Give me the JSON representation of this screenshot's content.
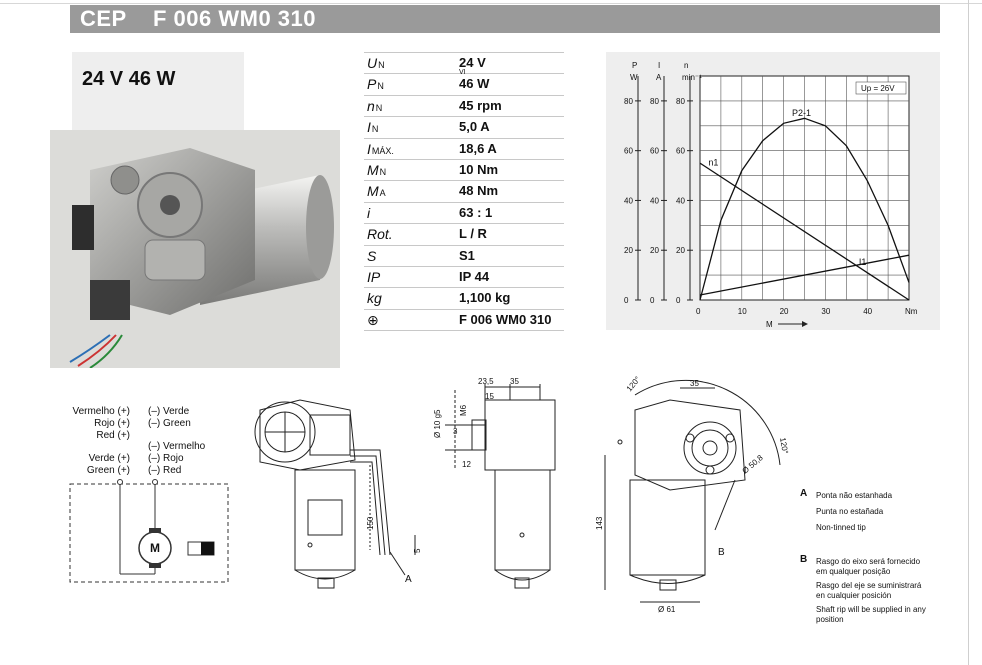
{
  "header": {
    "series": "CEP",
    "part_number": "F 006 WM0 310"
  },
  "rating": "24 V 46 W",
  "specs": [
    {
      "symbol": "U",
      "sub": "N",
      "value": "24 V"
    },
    {
      "symbol": "P",
      "sub": "N",
      "value": "46 W",
      "note": "VI"
    },
    {
      "symbol": "n",
      "sub": "N",
      "value": "45 rpm"
    },
    {
      "symbol": "I",
      "sub": "N",
      "value": "5,0 A"
    },
    {
      "symbol": "I",
      "sub": "MÁX.",
      "value": "18,6 A"
    },
    {
      "symbol": "M",
      "sub": "N",
      "value": "10 Nm"
    },
    {
      "symbol": "M",
      "sub": "A",
      "value": "48 Nm"
    },
    {
      "symbol": "i",
      "sub": "",
      "value": "63 : 1"
    },
    {
      "symbol": "Rot.",
      "sub": "",
      "value": "L / R"
    },
    {
      "symbol": "S",
      "sub": "",
      "value": "S1"
    },
    {
      "symbol": "IP",
      "sub": "",
      "value": "IP 44"
    },
    {
      "symbol": "kg",
      "sub": "",
      "value": "1,100 kg"
    },
    {
      "symbol": "⊕",
      "sub": "",
      "value": "F 006 WM0 310"
    }
  ],
  "chart_data": {
    "type": "line",
    "axes_left": [
      {
        "letter": "P",
        "unit": "W",
        "ticks": [
          "0",
          "20",
          "40",
          "60",
          "80"
        ]
      },
      {
        "letter": "I",
        "unit": "A",
        "ticks": [
          "0",
          "20",
          "40",
          "60",
          "80"
        ]
      },
      {
        "letter": "n",
        "unit": "min⁻¹",
        "ticks": [
          "0",
          "20",
          "40",
          "60",
          "80"
        ]
      }
    ],
    "xlabel": "M",
    "x_ticks": [
      "0",
      "10",
      "20",
      "30",
      "40",
      "Nm"
    ],
    "xlim": [
      0,
      50
    ],
    "ylim": [
      0,
      90
    ],
    "annotation": "Up = 26V",
    "series": [
      {
        "name": "P2-1",
        "x": [
          0,
          5,
          10,
          15,
          20,
          25,
          30,
          35,
          40,
          45,
          50
        ],
        "y": [
          0,
          32,
          52,
          64,
          71,
          73,
          70,
          62,
          48,
          30,
          7
        ]
      },
      {
        "name": "n1",
        "x": [
          0,
          50
        ],
        "y": [
          55,
          0
        ]
      },
      {
        "name": "I1",
        "x": [
          0,
          50
        ],
        "y": [
          2,
          18
        ]
      }
    ],
    "grid": true
  },
  "wiring": {
    "left_labels": [
      "Vermelho (+)",
      "Rojo (+)",
      "Red (+)",
      "Verde (+)",
      "Green (+)"
    ],
    "right_labels": [
      "(–) Verde",
      "(–) Green",
      "(–) Vermelho",
      "(–) Rojo",
      "(–) Red"
    ],
    "motor_symbol": "M"
  },
  "dimensions": {
    "d235": "23,5",
    "d35": "35",
    "d15": "15",
    "m6": "M6",
    "d10": "Ø 10 g5",
    "d3": "3",
    "d12": "12",
    "d150": "150",
    "d5": "5",
    "d143": "143",
    "d61": "Ø 61",
    "d508": "Ø 50,8",
    "a120a": "120°",
    "a120b": "120°",
    "d35b": "35",
    "markA": "A",
    "markB": "B"
  },
  "notes": [
    {
      "key": "A",
      "lines": [
        "Ponta não estanhada",
        "Punta no estañada",
        "Non-tinned tip"
      ]
    },
    {
      "key": "B",
      "lines": [
        "Rasgo do eixo será fornecido",
        "em qualquer posição",
        "Rasgo del eje se suministrará",
        "en cualquier posición",
        "Shaft rip will be supplied in any",
        "position"
      ]
    }
  ]
}
